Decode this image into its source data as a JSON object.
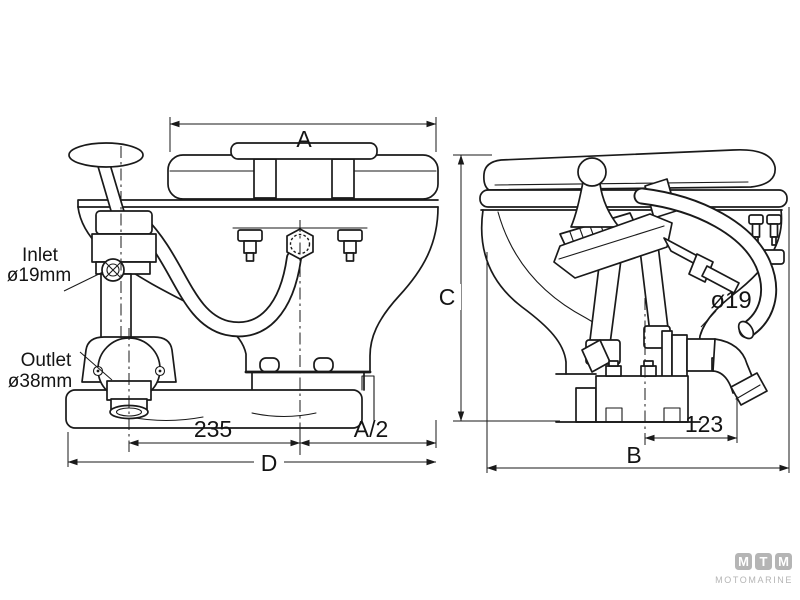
{
  "document": {
    "type": "technical drawing",
    "subject": "manual marine toilet, front and side dimensional views"
  },
  "views": {
    "front": {
      "dim_a": "A",
      "dim_235": "235",
      "dim_a_half": "A/2",
      "dim_d": "D",
      "inlet_line1": "Inlet",
      "inlet_line2": "ø19mm",
      "outlet_line1": "Outlet",
      "outlet_line2": "ø38mm"
    },
    "side": {
      "dim_c": "C",
      "dim_b": "B",
      "dim_123": "123",
      "hose_diameter": "ø19"
    }
  },
  "logo": {
    "letters": [
      "M",
      "T",
      "M"
    ],
    "name": "MOTOMARINE"
  },
  "colors": {
    "line": "#1a1a1a",
    "background": "#ffffff",
    "logo_gray": "#b5b5b5"
  }
}
